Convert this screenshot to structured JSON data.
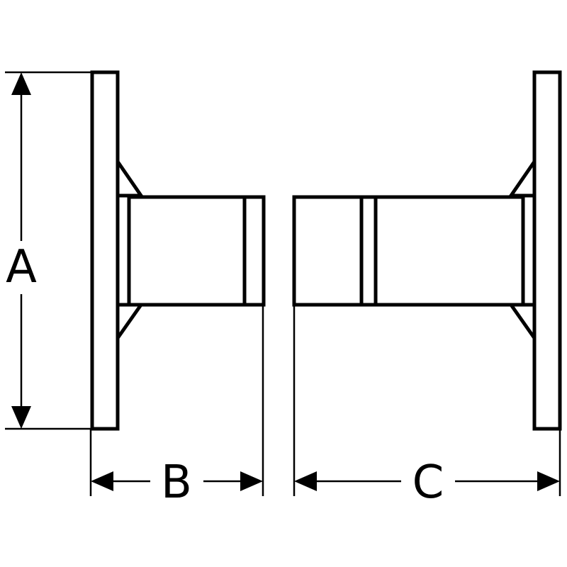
{
  "diagram": {
    "dimensions": {
      "a": "A",
      "b": "B",
      "c": "C"
    },
    "colors": {
      "stroke": "#000000",
      "fill": "#ffffff"
    }
  }
}
